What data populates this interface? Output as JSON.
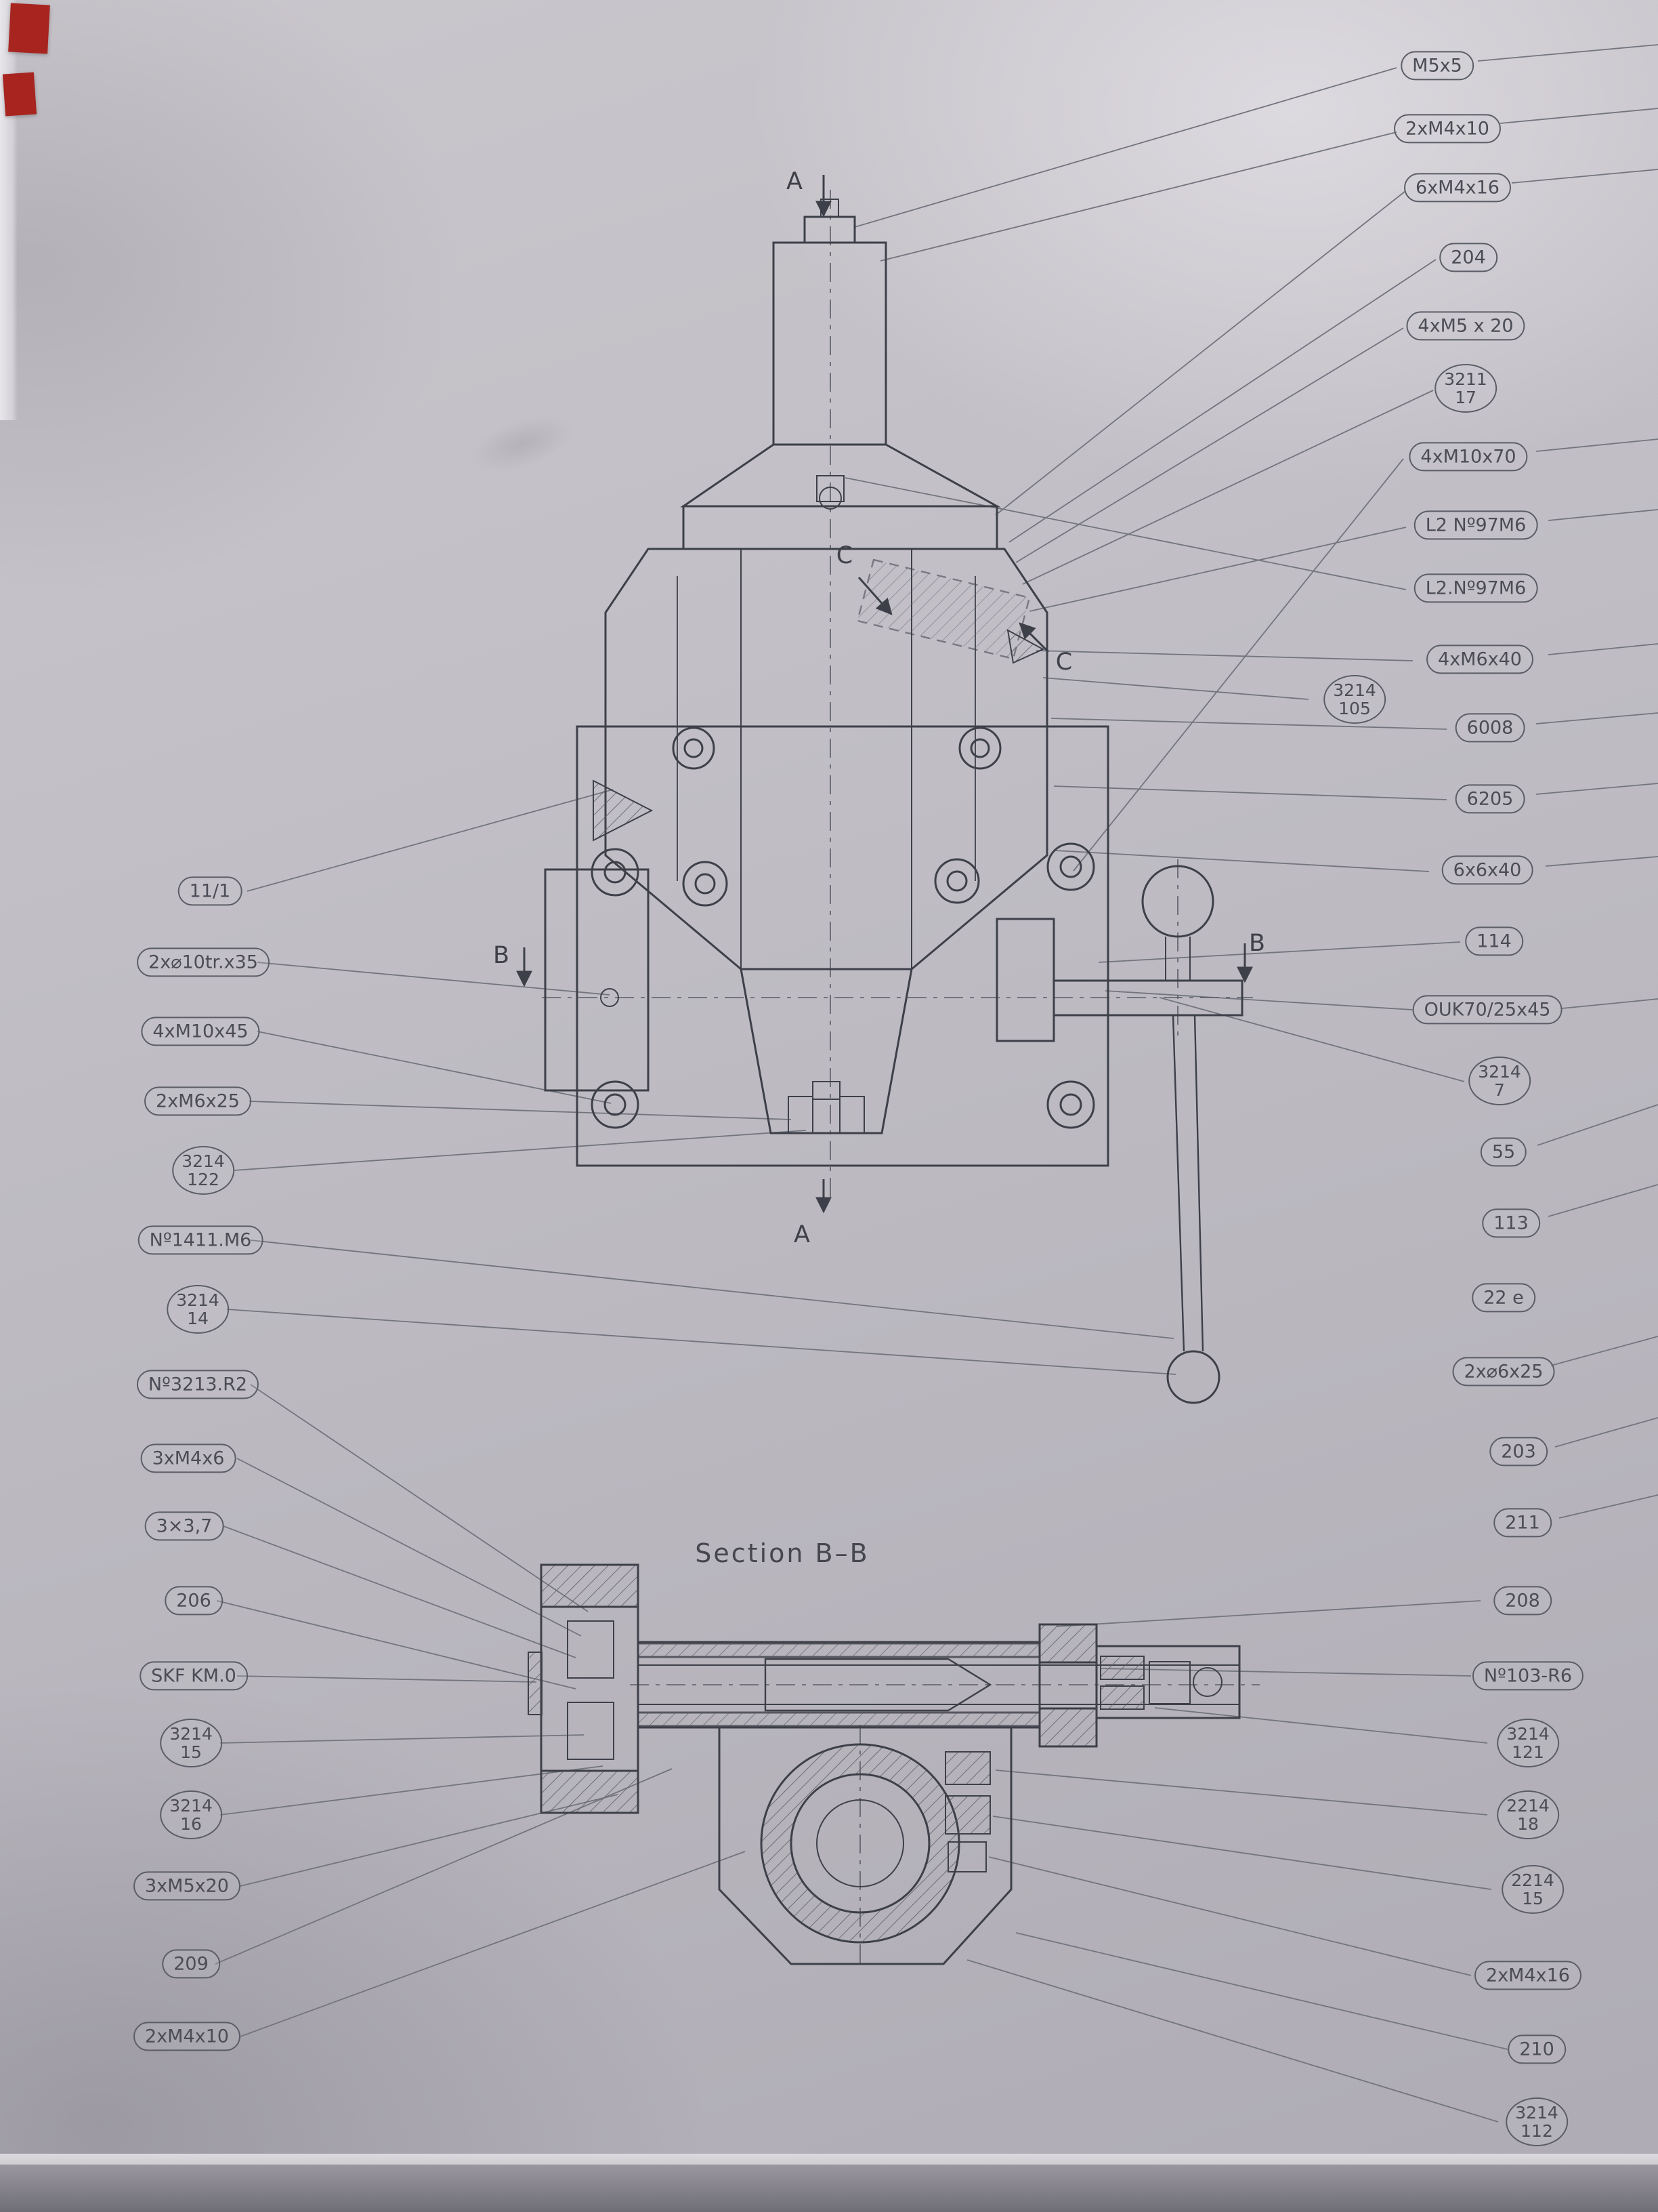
{
  "section_title": "Section  B–B",
  "view_labels": {
    "a_top": "A",
    "a_bottom": "A",
    "b_left": "B",
    "b_right": "B",
    "c_upper": "C",
    "c_lower": "C"
  },
  "callouts_left": [
    {
      "label": "11/1"
    },
    {
      "label": "2x⌀10tr.x35"
    },
    {
      "label": "4xM10x45"
    },
    {
      "label": "2xM6x25"
    },
    {
      "label": "3214\n122"
    },
    {
      "label": "Nº1411.M6"
    },
    {
      "label": "3214\n14"
    },
    {
      "label": "Nº3213.R2"
    },
    {
      "label": "3xM4x6"
    },
    {
      "label": "3×3,7"
    },
    {
      "label": "206"
    },
    {
      "label": "SKF KM.0"
    },
    {
      "label": "3214\n15"
    },
    {
      "label": "3214\n16"
    },
    {
      "label": "3xM5x20"
    },
    {
      "label": "209"
    },
    {
      "label": "2xM4x10"
    }
  ],
  "callouts_right": [
    {
      "label": "M5x5"
    },
    {
      "label": "2xM4x10"
    },
    {
      "label": "6xM4x16"
    },
    {
      "label": "204"
    },
    {
      "label": "4xM5 x 20"
    },
    {
      "label": "3211\n17"
    },
    {
      "label": "4xM10x70"
    },
    {
      "label": "L2 Nº97M6"
    },
    {
      "label": "L2.Nº97M6"
    },
    {
      "label": "4xM6x40"
    },
    {
      "label": "3214\n105"
    },
    {
      "label": "6008"
    },
    {
      "label": "6205"
    },
    {
      "label": "6x6x40"
    },
    {
      "label": "114"
    },
    {
      "label": "OUK70/25x45"
    },
    {
      "label": "3214\n7"
    },
    {
      "label": "55"
    },
    {
      "label": "113"
    },
    {
      "label": "22 e"
    },
    {
      "label": "2x⌀6x25"
    },
    {
      "label": "203"
    },
    {
      "label": "211"
    },
    {
      "label": "208"
    },
    {
      "label": "Nº103-R6"
    },
    {
      "label": "3214\n121"
    },
    {
      "label": "2214\n18"
    },
    {
      "label": "2214\n15"
    },
    {
      "label": "2xM4x16"
    },
    {
      "label": "210"
    },
    {
      "label": "3214\n112"
    }
  ]
}
